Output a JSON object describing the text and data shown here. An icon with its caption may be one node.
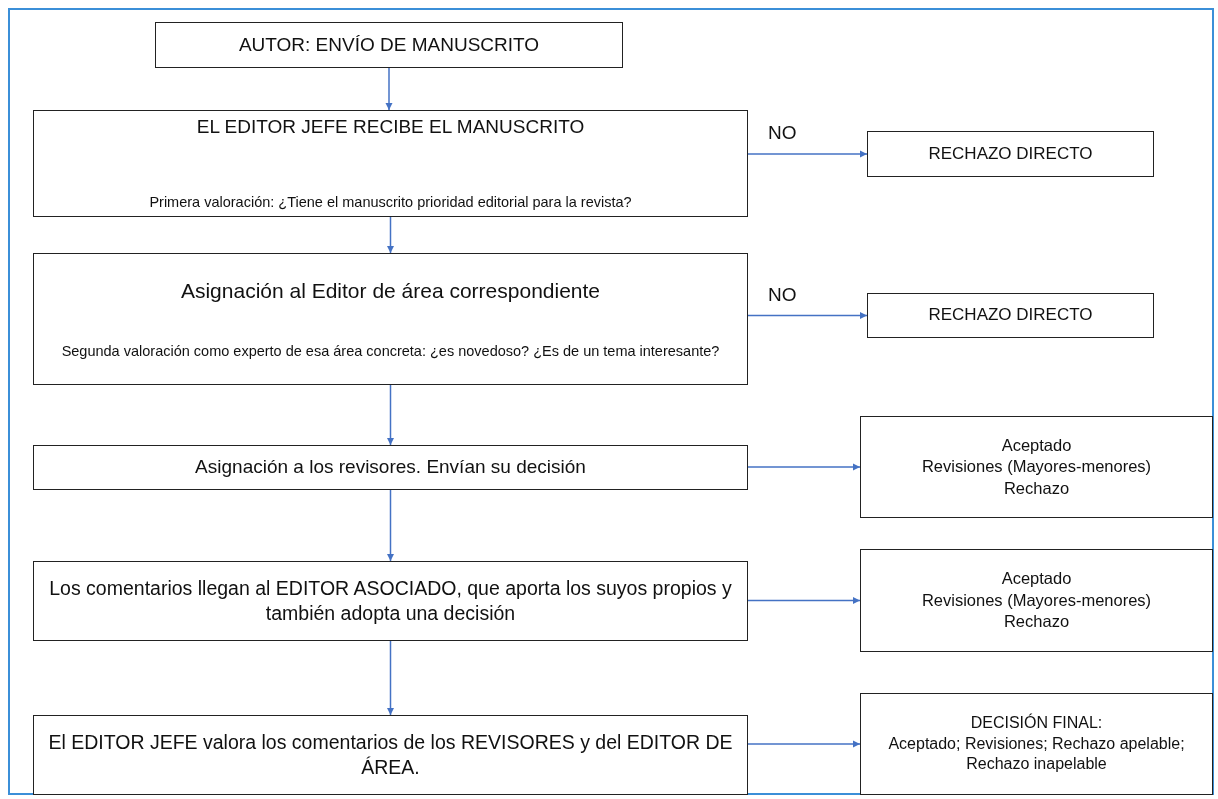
{
  "diagram": {
    "nodes": [
      {
        "text": [
          "AUTOR: ENVÍO DE MANUSCRITO"
        ]
      },
      {
        "text": [
          "EL EDITOR JEFE RECIBE EL MANUSCRITO",
          "Primera valoración: ¿Tiene el manuscrito prioridad editorial para la revista?"
        ]
      },
      {
        "text": [
          "Asignación al Editor de área correspondiente",
          "Segunda valoración como experto de esa área concreta: ¿es novedoso? ¿Es de un tema interesante?"
        ]
      },
      {
        "text": [
          "Asignación a los revisores. Envían su decisión"
        ]
      },
      {
        "text": [
          "Los comentarios llegan al EDITOR ASOCIADO, que aporta los suyos propios y también adopta una decisión"
        ]
      },
      {
        "text": [
          "El EDITOR JEFE valora los comentarios de los REVISORES y del EDITOR DE ÁREA."
        ]
      },
      {
        "text": [
          "RECHAZO DIRECTO"
        ]
      },
      {
        "text": [
          "RECHAZO DIRECTO"
        ]
      },
      {
        "text": [
          "Aceptado",
          "Revisiones (Mayores-menores)",
          "Rechazo"
        ]
      },
      {
        "text": [
          "Aceptado",
          "Revisiones (Mayores-menores)",
          "Rechazo"
        ]
      },
      {
        "text": [
          "DECISIÓN FINAL:",
          "Aceptado; Revisiones; Rechazo apelable; Rechazo inapelable"
        ]
      }
    ],
    "edges": [
      {
        "from": 0,
        "to": 1,
        "arrow": "to"
      },
      {
        "from": 1,
        "to": 6,
        "arrow": "to",
        "label": "NO"
      },
      {
        "from": 1,
        "to": 2,
        "arrow": "to"
      },
      {
        "from": 2,
        "to": 7,
        "arrow": "to",
        "label": "NO"
      },
      {
        "from": 2,
        "to": 3,
        "arrow": "to"
      },
      {
        "from": 3,
        "to": 8,
        "arrow": "to"
      },
      {
        "from": 3,
        "to": 4,
        "arrow": "to"
      },
      {
        "from": 4,
        "to": 9,
        "arrow": "to"
      },
      {
        "from": 4,
        "to": 5,
        "arrow": "to"
      },
      {
        "from": 5,
        "to": 10,
        "arrow": "to"
      }
    ]
  }
}
